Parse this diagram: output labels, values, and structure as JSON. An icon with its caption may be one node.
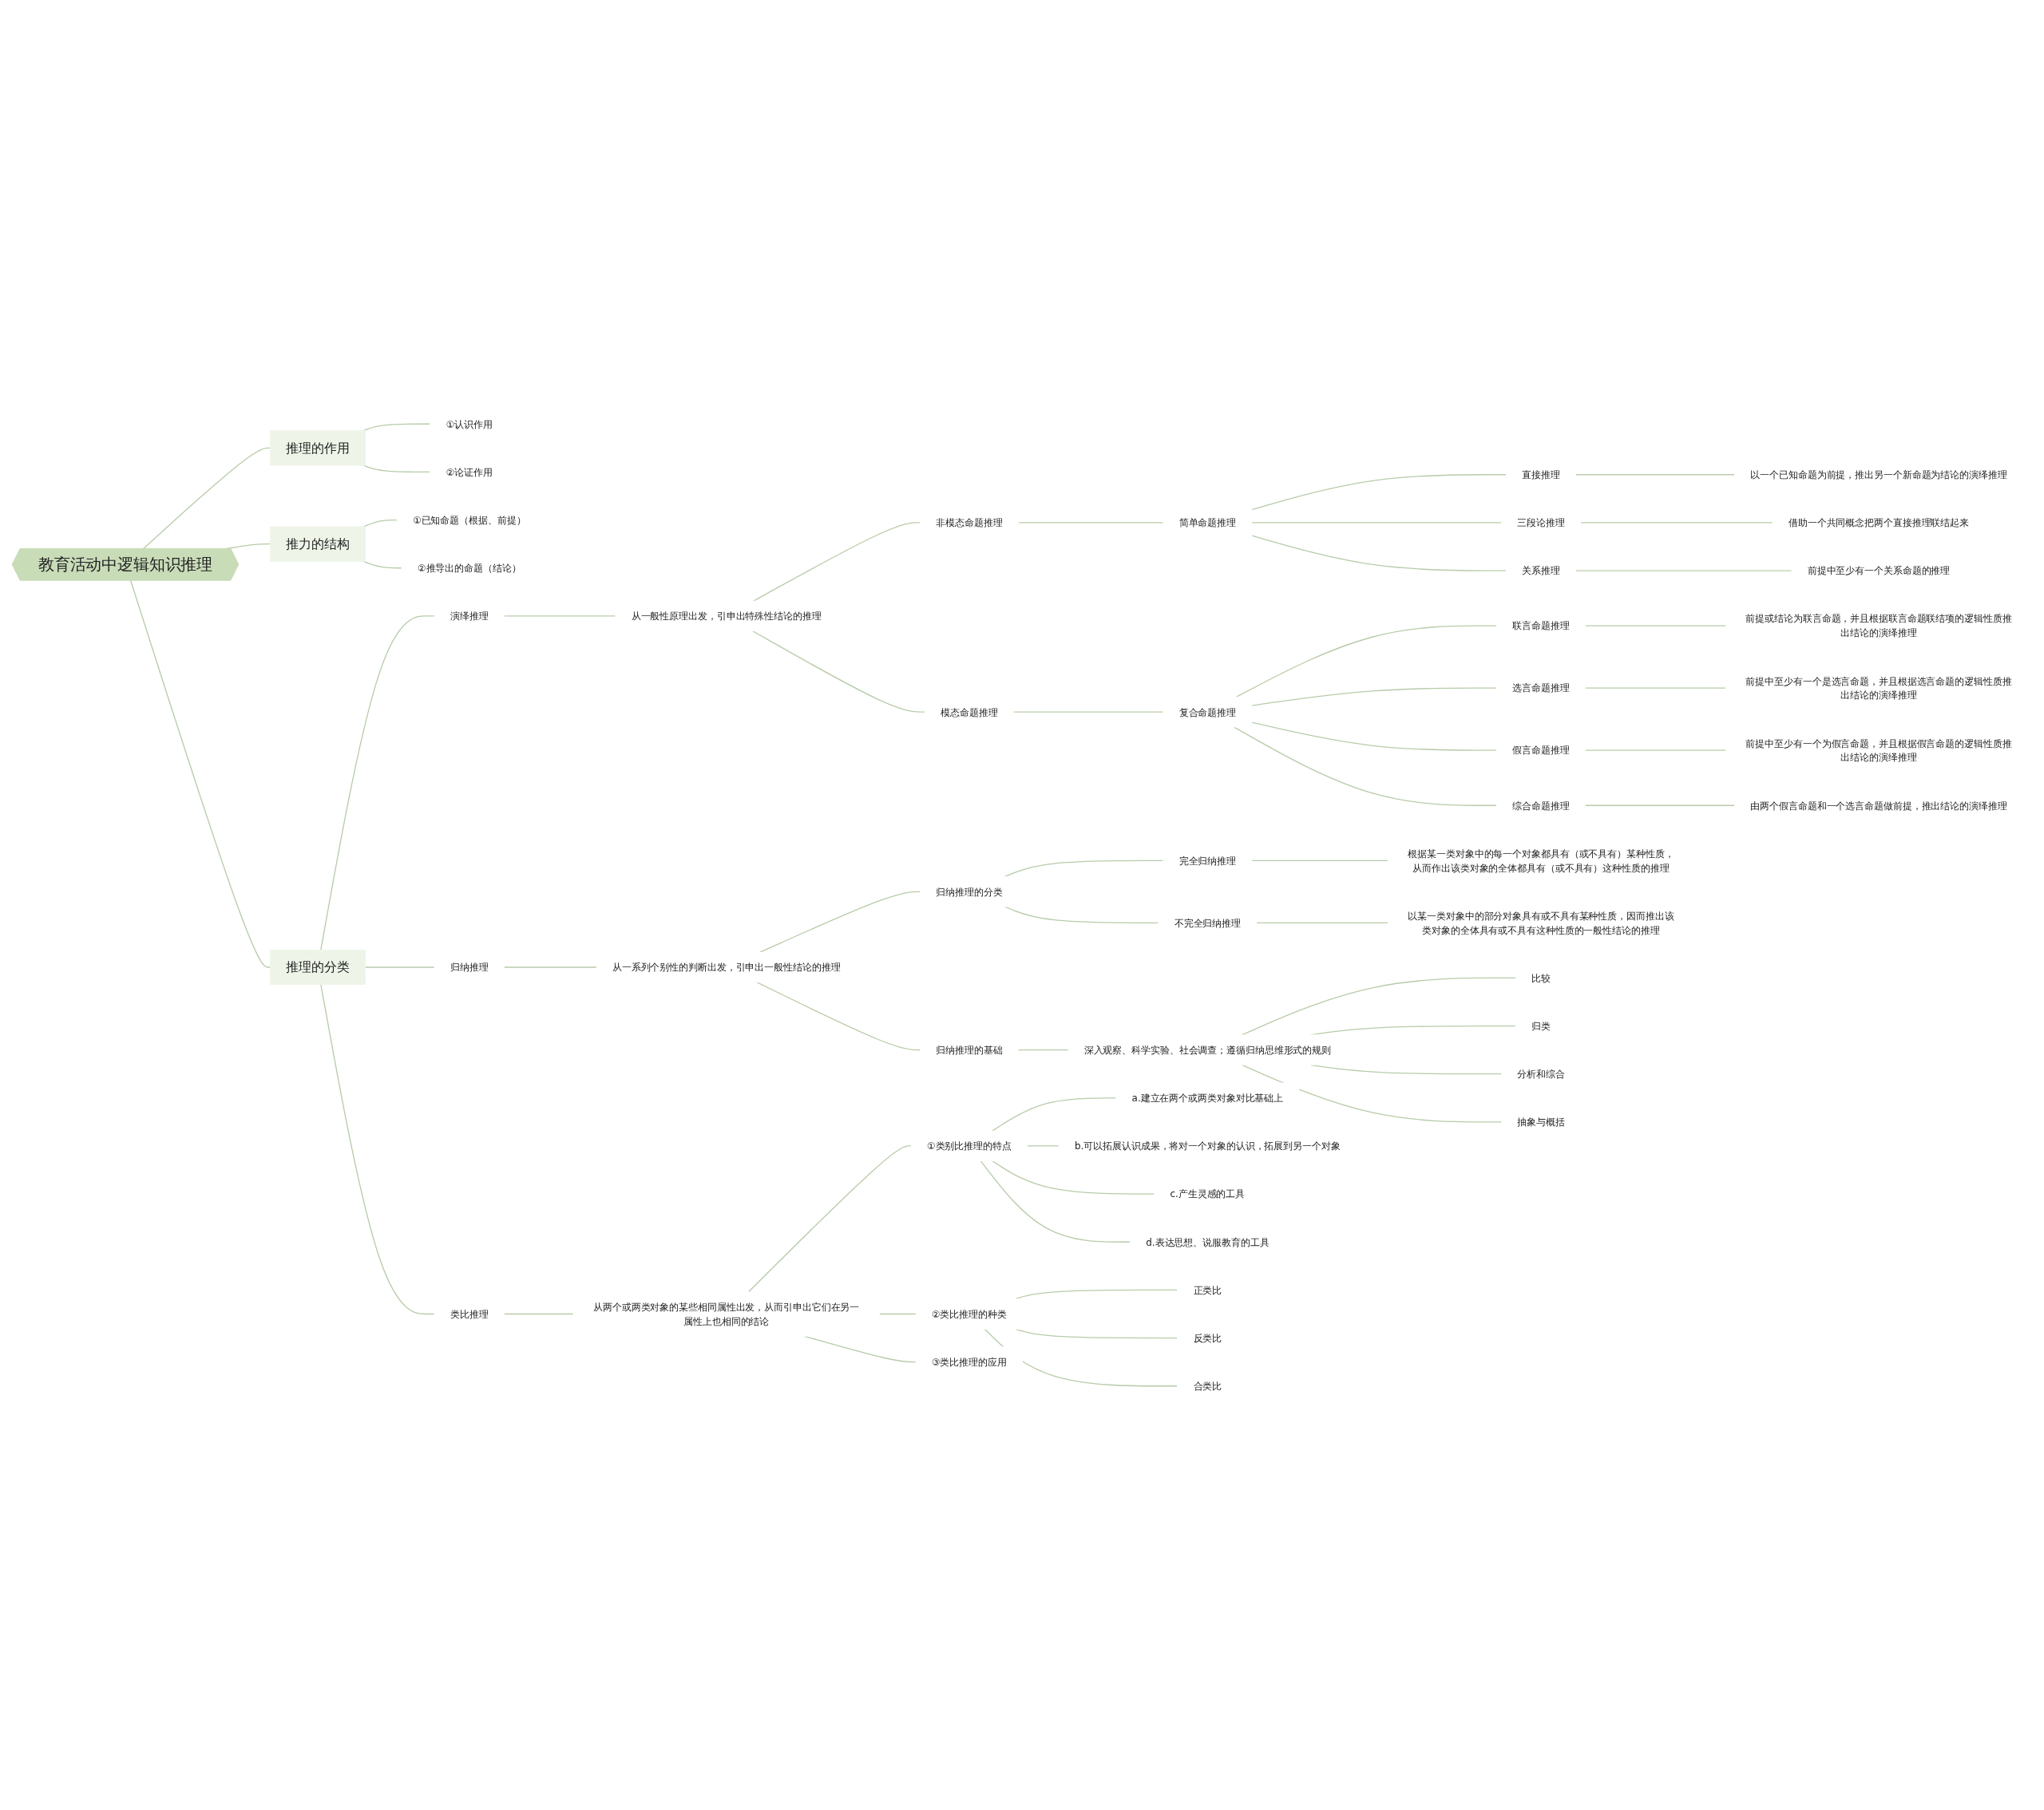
{
  "diagram": {
    "nodes": [
      {
        "text": [
          "教育活动中逻辑知识推理"
        ]
      },
      {
        "text": [
          "推理的作用"
        ]
      },
      {
        "text": [
          "①认识作用"
        ]
      },
      {
        "text": [
          "②论证作用"
        ]
      },
      {
        "text": [
          "推力的结构"
        ]
      },
      {
        "text": [
          "①已知命题（根据、前提）"
        ]
      },
      {
        "text": [
          "②推导出的命题（结论）"
        ]
      },
      {
        "text": [
          "推理的分类"
        ]
      },
      {
        "text": [
          "演绎推理"
        ]
      },
      {
        "text": [
          "从一般性原理出发，引申出特殊性结论的推理"
        ]
      },
      {
        "text": [
          "非模态命题推理"
        ]
      },
      {
        "text": [
          "简单命题推理"
        ]
      },
      {
        "text": [
          "直接推理"
        ]
      },
      {
        "text": [
          "以一个已知命题为前提，推出另一个新命题为结论的演绎推理"
        ]
      },
      {
        "text": [
          "三段论推理"
        ]
      },
      {
        "text": [
          "借助一个共同概念把两个直接推理联结起来"
        ]
      },
      {
        "text": [
          "关系推理"
        ]
      },
      {
        "text": [
          "前提中至少有一个关系命题的推理"
        ]
      },
      {
        "text": [
          "模态命题推理"
        ]
      },
      {
        "text": [
          "复合命题推理"
        ]
      },
      {
        "text": [
          "联言命题推理"
        ]
      },
      {
        "text": [
          "前提或结论为联言命题，并且根据联言命题联结项的逻辑性质推出结论的演绎推理"
        ]
      },
      {
        "text": [
          "选言命题推理"
        ]
      },
      {
        "text": [
          "前提中至少有一个是选言命题，并且根据选言命题的逻辑性质推出结论的演绎推理"
        ]
      },
      {
        "text": [
          "假言命题推理"
        ]
      },
      {
        "text": [
          "前提中至少有一个为假言命题，并且根据假言命题的逻辑性质推出结论的演绎推理"
        ]
      },
      {
        "text": [
          "综合命题推理"
        ]
      },
      {
        "text": [
          "由两个假言命题和一个选言命题做前提，推出结论的演绎推理"
        ]
      },
      {
        "text": [
          "归纳推理"
        ]
      },
      {
        "text": [
          "从一系列个别性的判断出发，引申出一般性结论的推理"
        ]
      },
      {
        "text": [
          "归纳推理的分类"
        ]
      },
      {
        "text": [
          "完全归纳推理"
        ]
      },
      {
        "text": [
          "根据某一类对象中的每一个对象都具有（或不具有）某种性质，从而作出该类对象的全体都具有（或不具有）这种性质的推理"
        ]
      },
      {
        "text": [
          "不完全归纳推理"
        ]
      },
      {
        "text": [
          "以某一类对象中的部分对象具有或不具有某种性质，因而推出该类对象的全体具有或不具有这种性质的一般性结论的推理"
        ]
      },
      {
        "text": [
          "归纳推理的基础"
        ]
      },
      {
        "text": [
          "深入观察、科学实验、社会调查；遵循归纳思维形式的规则"
        ]
      },
      {
        "text": [
          "比较"
        ]
      },
      {
        "text": [
          "归类"
        ]
      },
      {
        "text": [
          "分析和综合"
        ]
      },
      {
        "text": [
          "抽象与概括"
        ]
      },
      {
        "text": [
          "类比推理"
        ]
      },
      {
        "text": [
          "从两个或两类对象的某些相同属性出发，从而引申出它们在另一属性上也相同的结论"
        ]
      },
      {
        "text": [
          "①类别比推理的特点"
        ]
      },
      {
        "text": [
          "a.建立在两个或两类对象对比基础上"
        ]
      },
      {
        "text": [
          "b.可以拓展认识成果，将对一个对象的认识，拓展到另一个对象"
        ]
      },
      {
        "text": [
          "c.产生灵感的工具"
        ]
      },
      {
        "text": [
          "d.表达思想、说服教育的工具"
        ]
      },
      {
        "text": [
          "②类比推理的种类"
        ]
      },
      {
        "text": [
          "正类比"
        ]
      },
      {
        "text": [
          "反类比"
        ]
      },
      {
        "text": [
          "合类比"
        ]
      },
      {
        "text": [
          "③类比推理的应用"
        ]
      }
    ],
    "edges": [
      {
        "from": 0,
        "to": 1,
        "arrow": "none"
      },
      {
        "from": 1,
        "to": 2,
        "arrow": "none"
      },
      {
        "from": 1,
        "to": 3,
        "arrow": "none"
      },
      {
        "from": 0,
        "to": 4,
        "arrow": "none"
      },
      {
        "from": 4,
        "to": 5,
        "arrow": "none"
      },
      {
        "from": 4,
        "to": 6,
        "arrow": "none"
      },
      {
        "from": 0,
        "to": 7,
        "arrow": "none"
      },
      {
        "from": 7,
        "to": 8,
        "arrow": "none"
      },
      {
        "from": 8,
        "to": 9,
        "arrow": "none"
      },
      {
        "from": 9,
        "to": 10,
        "arrow": "none"
      },
      {
        "from": 10,
        "to": 11,
        "arrow": "none"
      },
      {
        "from": 11,
        "to": 12,
        "arrow": "none"
      },
      {
        "from": 12,
        "to": 13,
        "arrow": "none"
      },
      {
        "from": 11,
        "to": 14,
        "arrow": "none"
      },
      {
        "from": 14,
        "to": 15,
        "arrow": "none"
      },
      {
        "from": 11,
        "to": 16,
        "arrow": "none"
      },
      {
        "from": 16,
        "to": 17,
        "arrow": "none"
      },
      {
        "from": 9,
        "to": 18,
        "arrow": "none"
      },
      {
        "from": 18,
        "to": 19,
        "arrow": "none"
      },
      {
        "from": 19,
        "to": 20,
        "arrow": "none"
      },
      {
        "from": 20,
        "to": 21,
        "arrow": "none"
      },
      {
        "from": 19,
        "to": 22,
        "arrow": "none"
      },
      {
        "from": 22,
        "to": 23,
        "arrow": "none"
      },
      {
        "from": 19,
        "to": 24,
        "arrow": "none"
      },
      {
        "from": 24,
        "to": 25,
        "arrow": "none"
      },
      {
        "from": 19,
        "to": 26,
        "arrow": "none"
      },
      {
        "from": 26,
        "to": 27,
        "arrow": "none"
      },
      {
        "from": 7,
        "to": 28,
        "arrow": "none"
      },
      {
        "from": 28,
        "to": 29,
        "arrow": "none"
      },
      {
        "from": 29,
        "to": 30,
        "arrow": "none"
      },
      {
        "from": 30,
        "to": 31,
        "arrow": "none"
      },
      {
        "from": 31,
        "to": 32,
        "arrow": "none"
      },
      {
        "from": 30,
        "to": 33,
        "arrow": "none"
      },
      {
        "from": 33,
        "to": 34,
        "arrow": "none"
      },
      {
        "from": 29,
        "to": 35,
        "arrow": "none"
      },
      {
        "from": 35,
        "to": 36,
        "arrow": "none"
      },
      {
        "from": 36,
        "to": 37,
        "arrow": "none"
      },
      {
        "from": 36,
        "to": 38,
        "arrow": "none"
      },
      {
        "from": 36,
        "to": 39,
        "arrow": "none"
      },
      {
        "from": 36,
        "to": 40,
        "arrow": "none"
      },
      {
        "from": 7,
        "to": 41,
        "arrow": "none"
      },
      {
        "from": 41,
        "to": 42,
        "arrow": "none"
      },
      {
        "from": 42,
        "to": 43,
        "arrow": "none"
      },
      {
        "from": 43,
        "to": 44,
        "arrow": "none"
      },
      {
        "from": 43,
        "to": 45,
        "arrow": "none"
      },
      {
        "from": 43,
        "to": 46,
        "arrow": "none"
      },
      {
        "from": 43,
        "to": 47,
        "arrow": "none"
      },
      {
        "from": 42,
        "to": 48,
        "arrow": "none"
      },
      {
        "from": 48,
        "to": 49,
        "arrow": "none"
      },
      {
        "from": 48,
        "to": 50,
        "arrow": "none"
      },
      {
        "from": 48,
        "to": 51,
        "arrow": "none"
      },
      {
        "from": 42,
        "to": 52,
        "arrow": "none"
      }
    ]
  }
}
